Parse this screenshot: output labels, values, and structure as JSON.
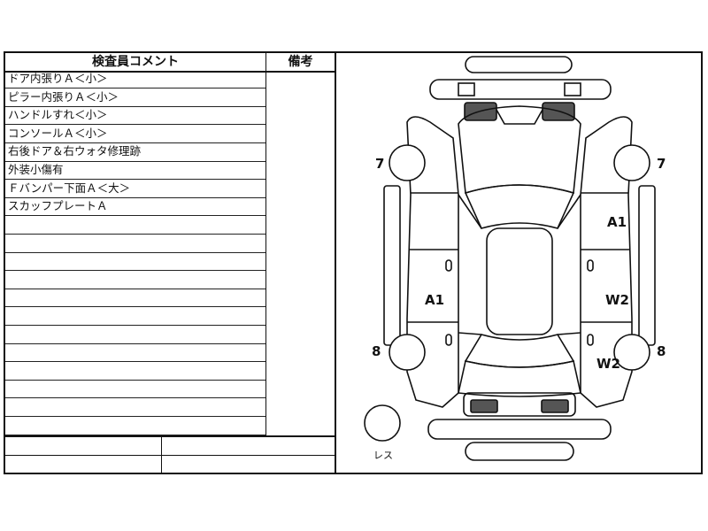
{
  "comments": {
    "header": "検査員コメント",
    "notes_header": "備考",
    "rows": [
      "ドア内張りＡ＜小＞",
      "ピラー内張りＡ＜小＞",
      "ハンドルすれ＜小＞",
      "コンソールＡ＜小＞",
      "右後ドア＆右ウォタ修理跡",
      "外装小傷有",
      "Ｆバンパー下面Ａ＜大＞",
      "スカッフプレートＡ",
      "",
      "",
      "",
      "",
      "",
      "",
      "",
      "",
      "",
      "",
      "",
      ""
    ]
  },
  "diagram": {
    "marks": {
      "front_left_wheel": "7",
      "front_right_wheel": "7",
      "rear_left_wheel": "8",
      "rear_right_wheel": "8",
      "left_side": "A1",
      "right_front": "A1",
      "right_rear": "W2",
      "right_rear_lower": "W2",
      "spare_label": "レス"
    }
  }
}
